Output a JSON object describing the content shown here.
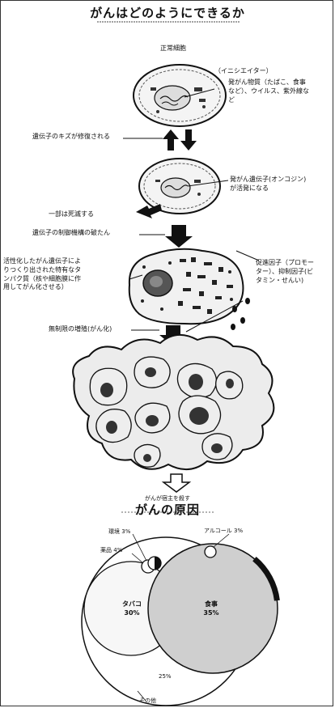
{
  "title": "がんはどのようにできるか",
  "labels": {
    "normal_cell": "正常細胞",
    "initiator": "（イニシエイター）",
    "carcinogens": "発がん物質（たばこ、食事\nなど）、ウイルス、紫外線な\nど",
    "repair": "遺伝子のキズが修復される",
    "oncogene": "発がん遺伝子(オンコジン)\nが活発になる",
    "partial_death": "一部は死滅する",
    "control_breakdown": "遺伝子の制御機構の破たん",
    "protein": "活性化したがん遺伝子によ\nりつくり出された特有なタ\nンパク質（核や細胞膜に作\n用してがん化させる）",
    "promoter": "促進因子（プロモー\nター）、抑制因子(ビ\nタミン・せんい)",
    "unlimited": "無制限の増殖(がん化)",
    "kill_host": "がんが宿主を殺す"
  },
  "subtitle": "がんの原因",
  "causes": {
    "environment": {
      "label": "環境",
      "value": "3%"
    },
    "drugs": {
      "label": "薬品",
      "value": "4%"
    },
    "alcohol": {
      "label": "アルコール",
      "value": "3%"
    },
    "tobacco": {
      "label": "タバコ",
      "value": "30%"
    },
    "diet": {
      "label": "食事",
      "value": "35%"
    },
    "other_value": "25%",
    "other_label": "その他"
  }
}
